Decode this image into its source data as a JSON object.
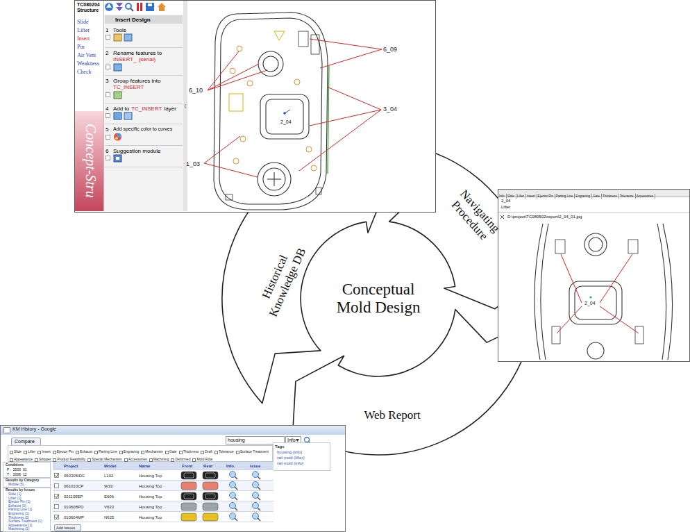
{
  "diagram": {
    "nodes": [
      {
        "text": [
          "Historical Knowledge DB"
        ]
      },
      {
        "text": [
          "Navigating Procedure"
        ]
      },
      {
        "text": [
          "Conceptual Mold Design"
        ]
      },
      {
        "text": [
          "Web Report"
        ]
      }
    ],
    "labels": [
      "TC080204",
      "Structure",
      "Slide",
      "Lifter",
      "Insert",
      "Pin",
      "Air Vent",
      "Weakness",
      "Check",
      "Concept-Stru",
      "Insert Design",
      "1",
      "Tools",
      "2",
      "Rename features to",
      "INSERT_",
      "(serial)",
      "3",
      "Group features into",
      "TC_INSERT",
      "4",
      "Add to",
      "TC_INSERT",
      "layer",
      "5",
      "Add specific color to curves",
      "6",
      "Suggestion module",
      "6_09",
      "6_10",
      "2_04",
      "3_04",
      "1_03",
      "Info",
      "Slide",
      "Lifter",
      "Insert",
      "Ejector Pin",
      "Parting Line",
      "Engraving",
      "Gate",
      "Thickness",
      "Tolerance",
      "Accessories",
      "2_04",
      "Lifter",
      "D:\\project\\TC080502\\report\\2_04_01.jpg",
      "2_04",
      "KM History - Google",
      "housing",
      "Info",
      "Compare",
      "Slide",
      "Lifter",
      "Insert",
      "Ejector Pin",
      "Exhaust",
      "Parting Line",
      "Engraving",
      "Mechanism",
      "Gate",
      "Thickness",
      "Draft",
      "Tolerance",
      "Surface Treatment",
      "Appearance",
      "Stripper",
      "Product Feasibility",
      "Special Mechanism",
      "Accessories",
      "Machining",
      "Deformed",
      "Mold Flow",
      "Tags",
      "housing (info)",
      "rail mold (lifter)",
      "rail mold (info)",
      "Conditions",
      "F :",
      "2000",
      "01",
      "T :",
      "2008",
      "12",
      "Results by Category",
      "Mobile (5)",
      "Results by Issues",
      "Slide (1)",
      "Lifter (1)",
      "Ejector Pin (1)",
      "Exhaust (3)",
      "Parting Line (1)",
      "Engraving (1)",
      "Thickness (2)",
      "Surface Treatment (1)",
      "Appearance (1)",
      "Machining (1)",
      "Project",
      "Model",
      "Name",
      "Front",
      "Rear",
      "Info.",
      "Issue",
      "050305IDC",
      "L102",
      "Housing Top",
      "061010CP",
      "W33",
      "Housing Top",
      "021105EP",
      "E606",
      "Housing Top",
      "010608PD",
      "V633",
      "Housing Top",
      "010604MP",
      "N625",
      "Housing Top",
      "Add Issues"
    ]
  }
}
